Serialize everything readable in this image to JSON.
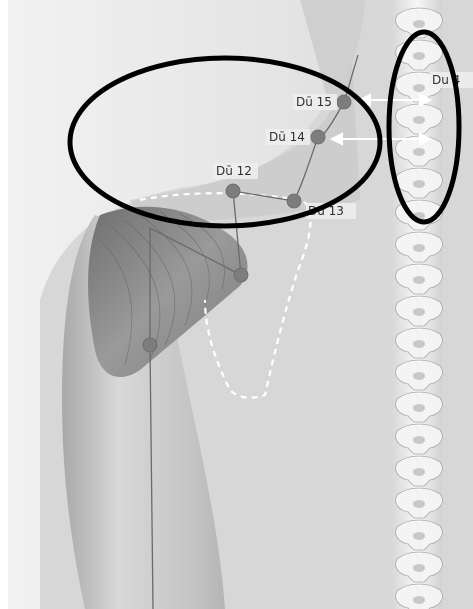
{
  "points": [
    {
      "id": "du15",
      "label": "Dū 15"
    },
    {
      "id": "du14",
      "label": "Dū 14"
    },
    {
      "id": "du12",
      "label": "Dū 12"
    },
    {
      "id": "du13",
      "label": "Du 13"
    },
    {
      "id": "du4",
      "label": "Du 4"
    }
  ],
  "colors": {
    "background": "#e7e7e7",
    "skin": "#d9d9d9",
    "muscle": "#8f8f8f",
    "point_marker": "#7d7d7d",
    "annotation_ellipse": "#000000",
    "scapula_outline": "#ffffff",
    "spine": "#f3f3f3"
  }
}
